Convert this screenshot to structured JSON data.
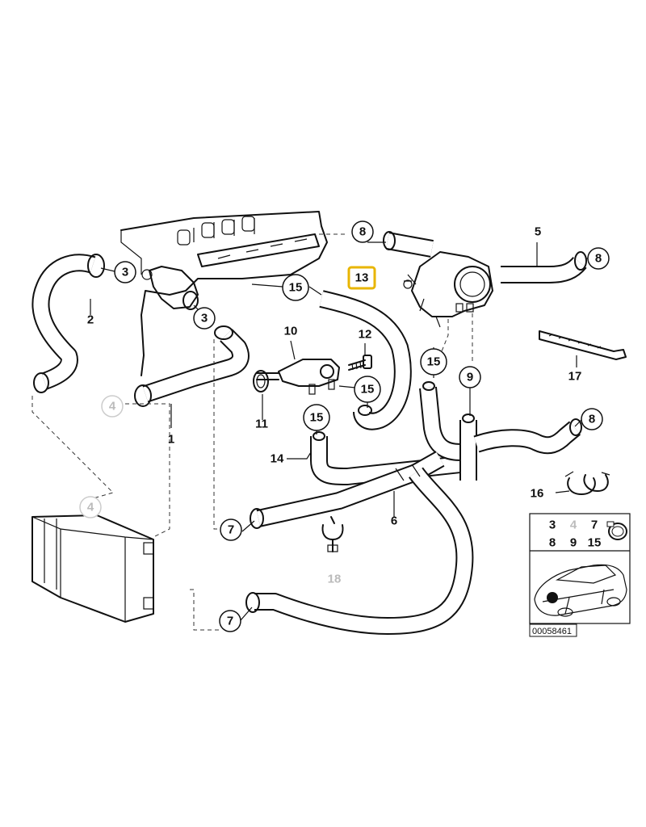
{
  "callouts": {
    "c8a": "8",
    "c5": "5",
    "c8b": "8",
    "c3a": "3",
    "c3b": "3",
    "c2": "2",
    "c15a": "15",
    "c13": "13",
    "c10": "10",
    "c12": "12",
    "c15b": "15",
    "c9": "9",
    "c17": "17",
    "c15c": "15",
    "c15d": "15",
    "c4a": "4",
    "c1": "1",
    "c11": "11",
    "c8c": "8",
    "c14": "14",
    "c16": "16",
    "c6": "6",
    "c4b": "4",
    "c7a": "7",
    "c18": "18",
    "c7b": "7"
  },
  "highlight": {
    "part": "13",
    "color": "#e8b500"
  },
  "legend": {
    "row1": [
      "3",
      "4",
      "7"
    ],
    "row2": [
      "8",
      "9",
      "15"
    ]
  },
  "reference": "00058461",
  "colors": {
    "ink": "#111111",
    "muted": "#bbbbbb"
  }
}
